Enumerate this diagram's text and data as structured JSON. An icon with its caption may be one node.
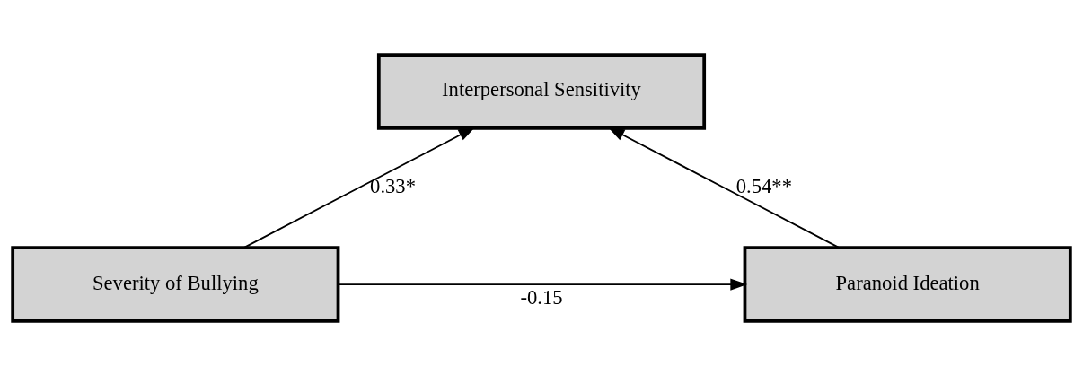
{
  "diagram": {
    "nodes": [
      {
        "text": [
          "Interpersonal Sensitivity"
        ]
      },
      {
        "text": [
          "Severity of Bullying"
        ]
      },
      {
        "text": [
          "Paranoid Ideation"
        ]
      }
    ],
    "edges": [
      {
        "from": 1,
        "to": 0,
        "arrow": "to",
        "label": "0.33*"
      },
      {
        "from": 2,
        "to": 0,
        "arrow": "to",
        "label": "0.54**"
      },
      {
        "from": 1,
        "to": 2,
        "arrow": "to",
        "label": "-0.15"
      }
    ]
  }
}
